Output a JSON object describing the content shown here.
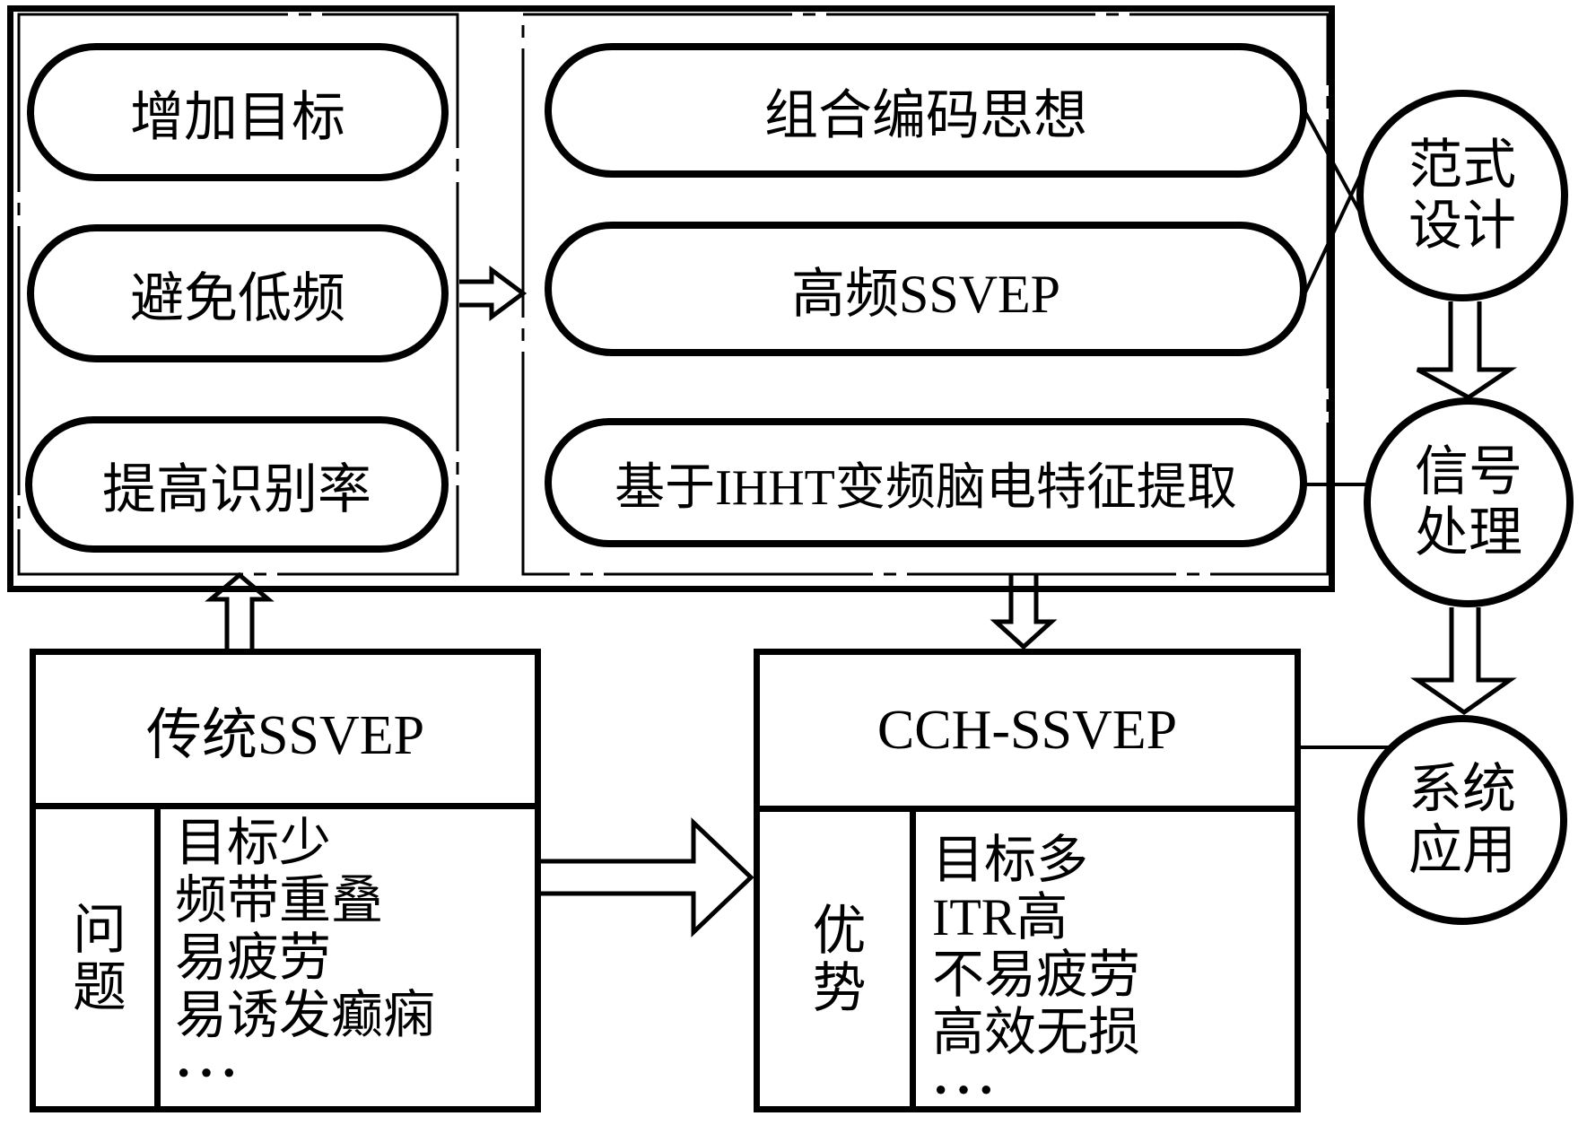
{
  "figure": {
    "bg_color": "#ffffff",
    "ink_color": "#000000",
    "design_goals": {
      "items": [
        {
          "label": "增加目标"
        },
        {
          "label": "避免低频"
        },
        {
          "label": "提高识别率"
        }
      ]
    },
    "methods": {
      "items": [
        {
          "label": "组合编码思想"
        },
        {
          "label": "高频SSVEP"
        },
        {
          "label": "基于IHHT变频脑电特征提取"
        }
      ]
    },
    "stages": [
      {
        "line1": "范式",
        "line2": "设计"
      },
      {
        "line1": "信号",
        "line2": "处理"
      },
      {
        "line1": "系统",
        "line2": "应用"
      }
    ],
    "traditional": {
      "title": "传统SSVEP",
      "aspect_label": "问题",
      "items": [
        "目标少",
        "频带重叠",
        "易疲劳",
        "易诱发癫痫",
        "···"
      ]
    },
    "cch": {
      "title": "CCH-SSVEP",
      "aspect_label": "优势",
      "items": [
        "目标多",
        "ITR高",
        "不易疲劳",
        "高效无损",
        "···"
      ]
    }
  }
}
